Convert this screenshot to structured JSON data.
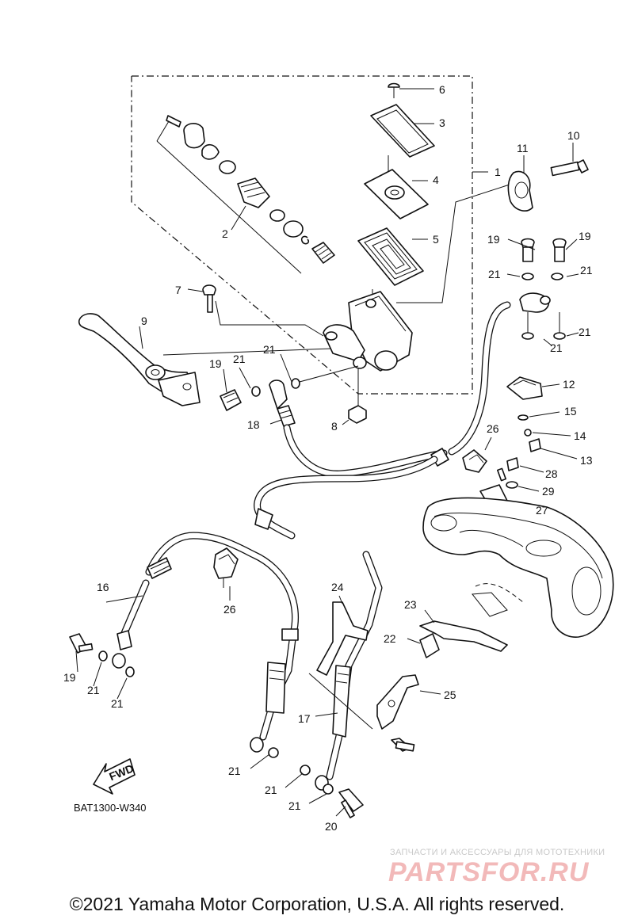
{
  "diagram_code": "BAT1300-W340",
  "fwd_label": "FWD",
  "copyright": "©2021 Yamaha Motor Corporation, U.S.A. All rights reserved.",
  "watermark": {
    "tagline": "ЗАПЧАСТИ И АКСЕССУАРЫ ДЛЯ МОТОТЕХНИКИ",
    "logo": "PARTSFOR.RU"
  },
  "callouts": [
    "1",
    "2",
    "3",
    "4",
    "5",
    "6",
    "7",
    "8",
    "9",
    "10",
    "11",
    "12",
    "13",
    "14",
    "15",
    "16",
    "17",
    "18",
    "19",
    "19",
    "19",
    "19",
    "20",
    "21",
    "21",
    "21",
    "21",
    "21",
    "21",
    "21",
    "21",
    "21",
    "21",
    "21",
    "22",
    "23",
    "24",
    "25",
    "26",
    "26",
    "27",
    "28",
    "29"
  ]
}
